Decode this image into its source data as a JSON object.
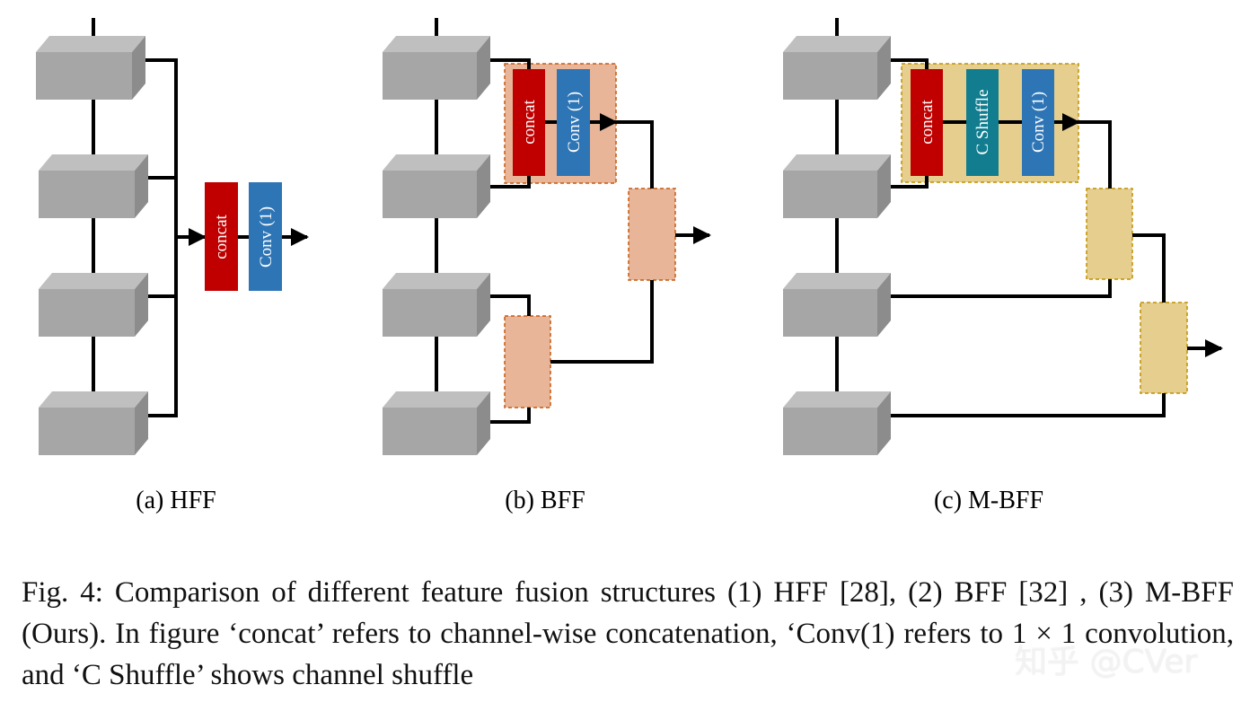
{
  "panels": [
    {
      "id": "a",
      "label": "(a) HFF",
      "blocks": [
        "concat",
        "Conv (1)"
      ]
    },
    {
      "id": "b",
      "label": "(b) BFF",
      "blocks": [
        "concat",
        "Conv (1)"
      ]
    },
    {
      "id": "c",
      "label": "(c) M-BFF",
      "blocks": [
        "concat",
        "C Shuffle",
        "Conv (1)"
      ]
    }
  ],
  "caption": {
    "prefix": "Fig. 4:",
    "text": "Comparison of different feature fusion structures (1) HFF [28], (2) BFF [32] , (3) M-BFF (Ours). In figure ‘concat’ refers to channel-wise concatenation, ‘Conv(1) refers to 1 × 1 convolution, and ‘C Shuffle’ shows channel shuffle"
  },
  "watermark": "知乎 @CVer",
  "colors": {
    "concat": "#c00000",
    "conv": "#2e75b6",
    "shuffle": "#117d8f",
    "fuse_b": "#e8b598",
    "fuse_b_border": "#c55a11",
    "fuse_c": "#e6cf8e",
    "fuse_c_border": "#bf9000",
    "feature_front": "#a6a6a6",
    "feature_top": "#bfbfbf",
    "feature_side": "#8c8c8c"
  }
}
